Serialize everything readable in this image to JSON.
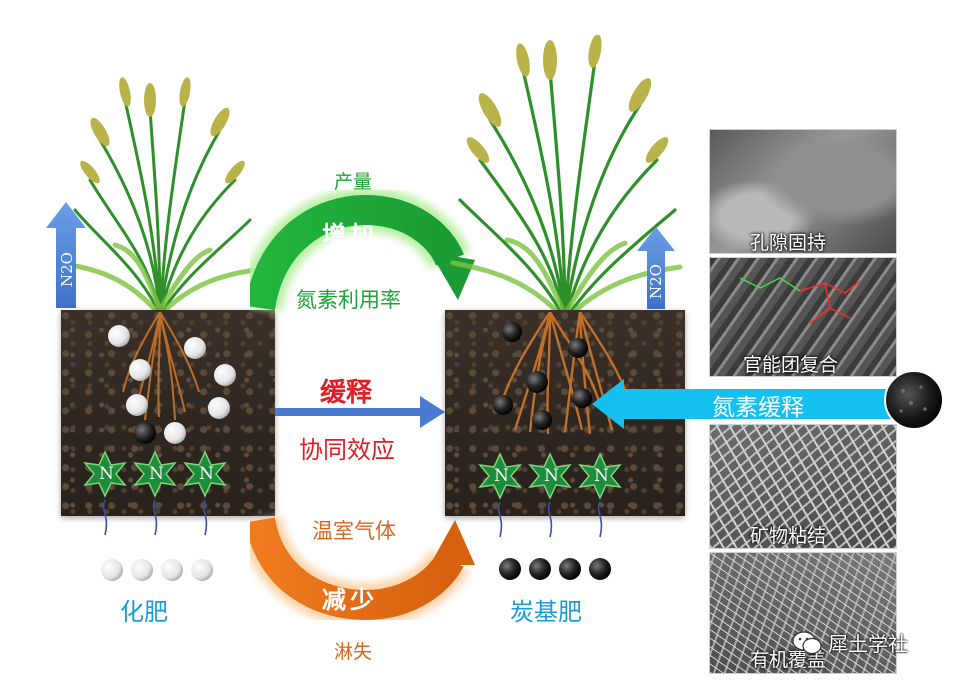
{
  "center": {
    "yield": "产量",
    "increase": "增加",
    "nue": "氮素利用率",
    "slow_release": "缓释",
    "synergy": "协同效应",
    "ghg": "温室气体",
    "decrease": "减少",
    "leaching": "淋失"
  },
  "left": {
    "caption": "化肥",
    "n2o": "N2O",
    "n_label": "N"
  },
  "right": {
    "caption": "炭基肥",
    "n2o": "N2O",
    "n_label": "N",
    "arrow_label": "氮素缓释"
  },
  "mechanisms": [
    "孔隙固持",
    "官能团复合",
    "矿物粘结",
    "有机覆盖"
  ],
  "watermark": "犀土学社",
  "colors": {
    "green": "#1fa535",
    "orange": "#d9671d",
    "blue": "#1b9cd8",
    "red": "#e01e26",
    "cyan_arrow": "#14c0f0",
    "n2o_arrow": "#4a86d8"
  }
}
